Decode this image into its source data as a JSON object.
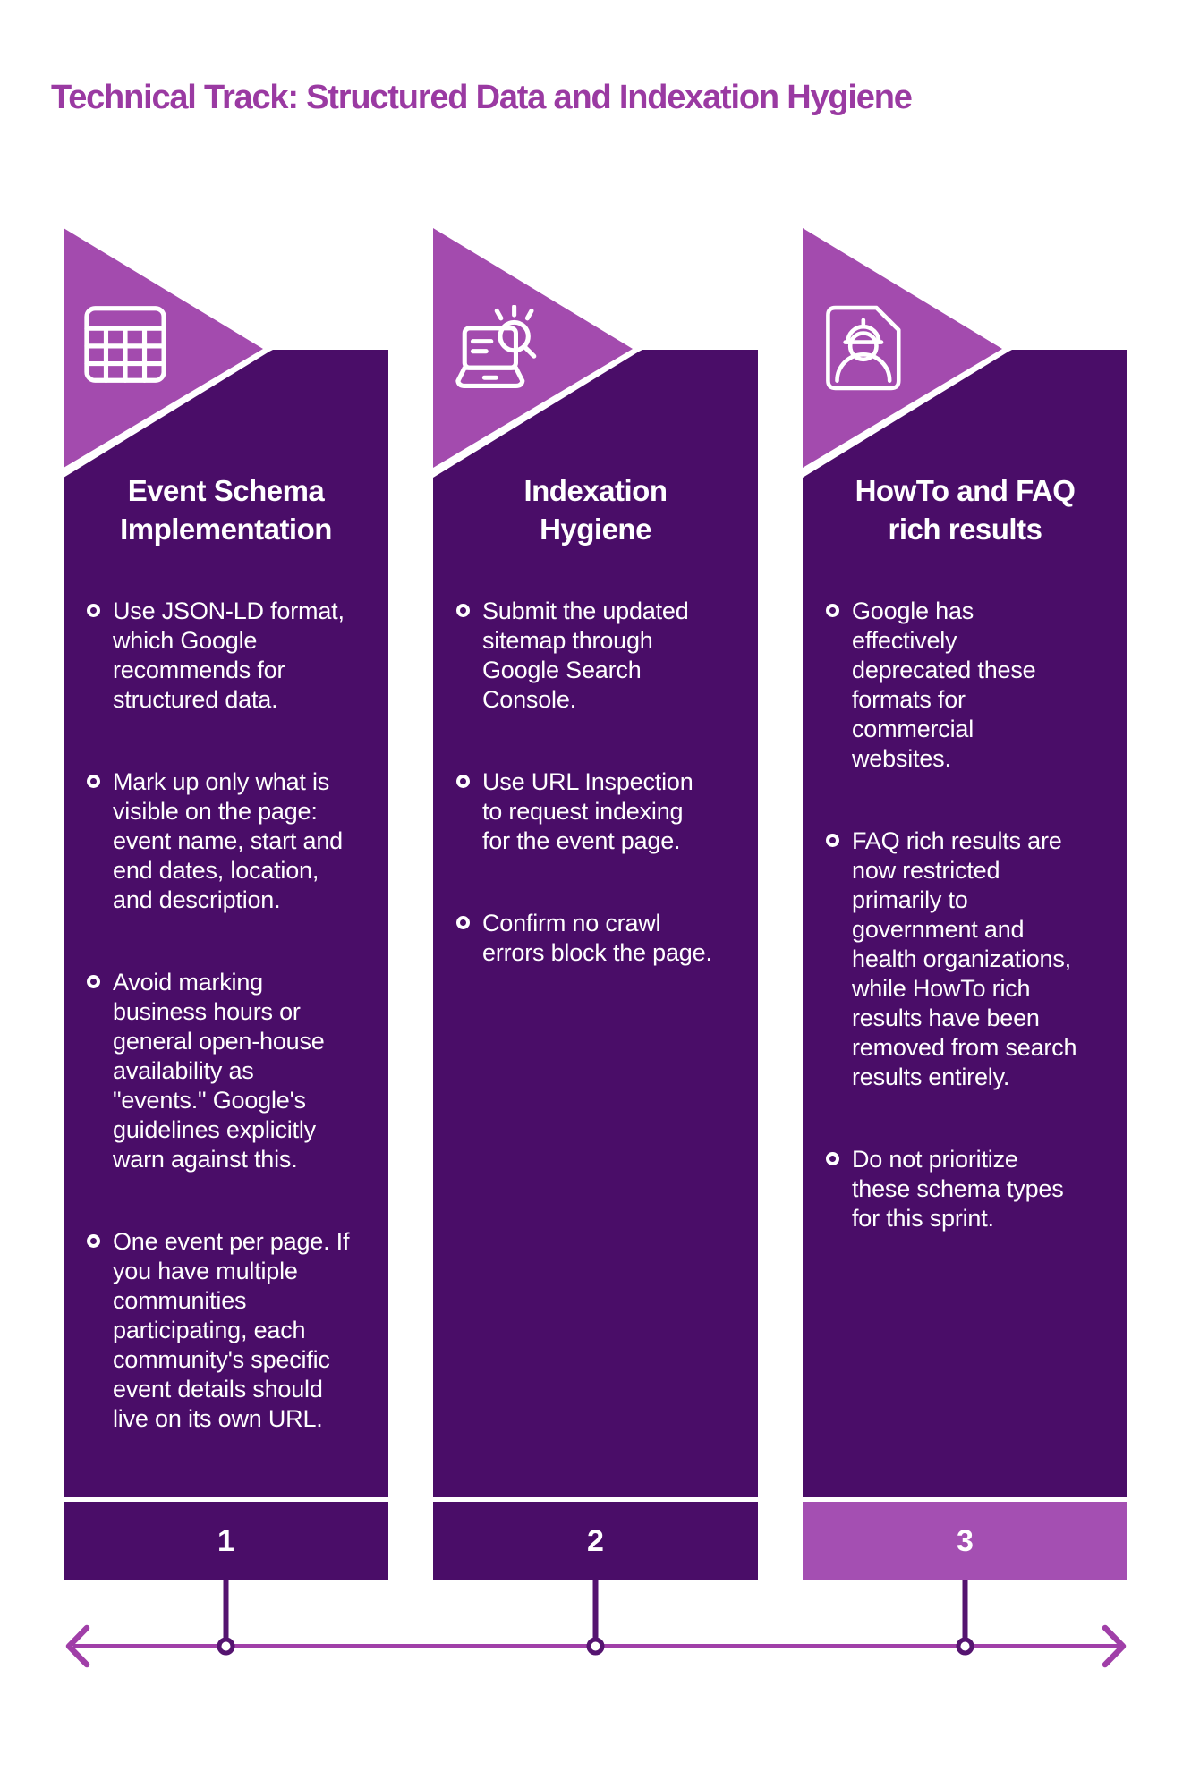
{
  "title": "Technical Track: Structured Data and Indexation Hygiene",
  "colors": {
    "title_text": "#9A3AA2",
    "card_dark_purple": "#4A0D68",
    "accent_light_purple": "#A34BAE",
    "band3_highlight": "#A44FB2",
    "timeline_arrow": "#A03FA8",
    "connector_line": "#551470",
    "body_text": "#FFFFFF"
  },
  "columns": [
    {
      "number": "1",
      "icon": "table-grid-icon",
      "heading": "Event Schema\nImplementation",
      "highlighted": false,
      "bullets": [
        "Use JSON-LD format,\nwhich Google\nrecommends for\nstructured data.",
        "Mark up only what is\nvisible on the page:\nevent name, start and\nend dates, location,\nand description.",
        "Avoid marking\nbusiness hours or\ngeneral open-house\navailability as\n\"events.\" Google's\nguidelines explicitly\nwarn against this.",
        "One event per page. If\nyou have multiple\ncommunities\nparticipating, each\ncommunity's specific\nevent details should\nlive on its own URL."
      ]
    },
    {
      "number": "2",
      "icon": "laptop-search-icon",
      "heading": "Indexation\nHygiene",
      "highlighted": false,
      "bullets": [
        "Submit the updated\nsitemap through\nGoogle Search\nConsole.",
        "Use URL Inspection\nto request indexing\nfor the event page.",
        "Confirm no crawl\nerrors block the page."
      ]
    },
    {
      "number": "3",
      "icon": "engineer-badge-icon",
      "heading": "HowTo and FAQ\nrich results",
      "highlighted": true,
      "bullets": [
        "Google has\neffectively\ndeprecated these\nformats for\ncommercial\nwebsites.",
        "FAQ rich results are\nnow restricted\nprimarily to\ngovernment and\nhealth organizations,\nwhile HowTo rich\nresults have been\nremoved from search\nresults entirely.",
        "Do not prioritize\nthese schema types\nfor this sprint."
      ]
    }
  ]
}
